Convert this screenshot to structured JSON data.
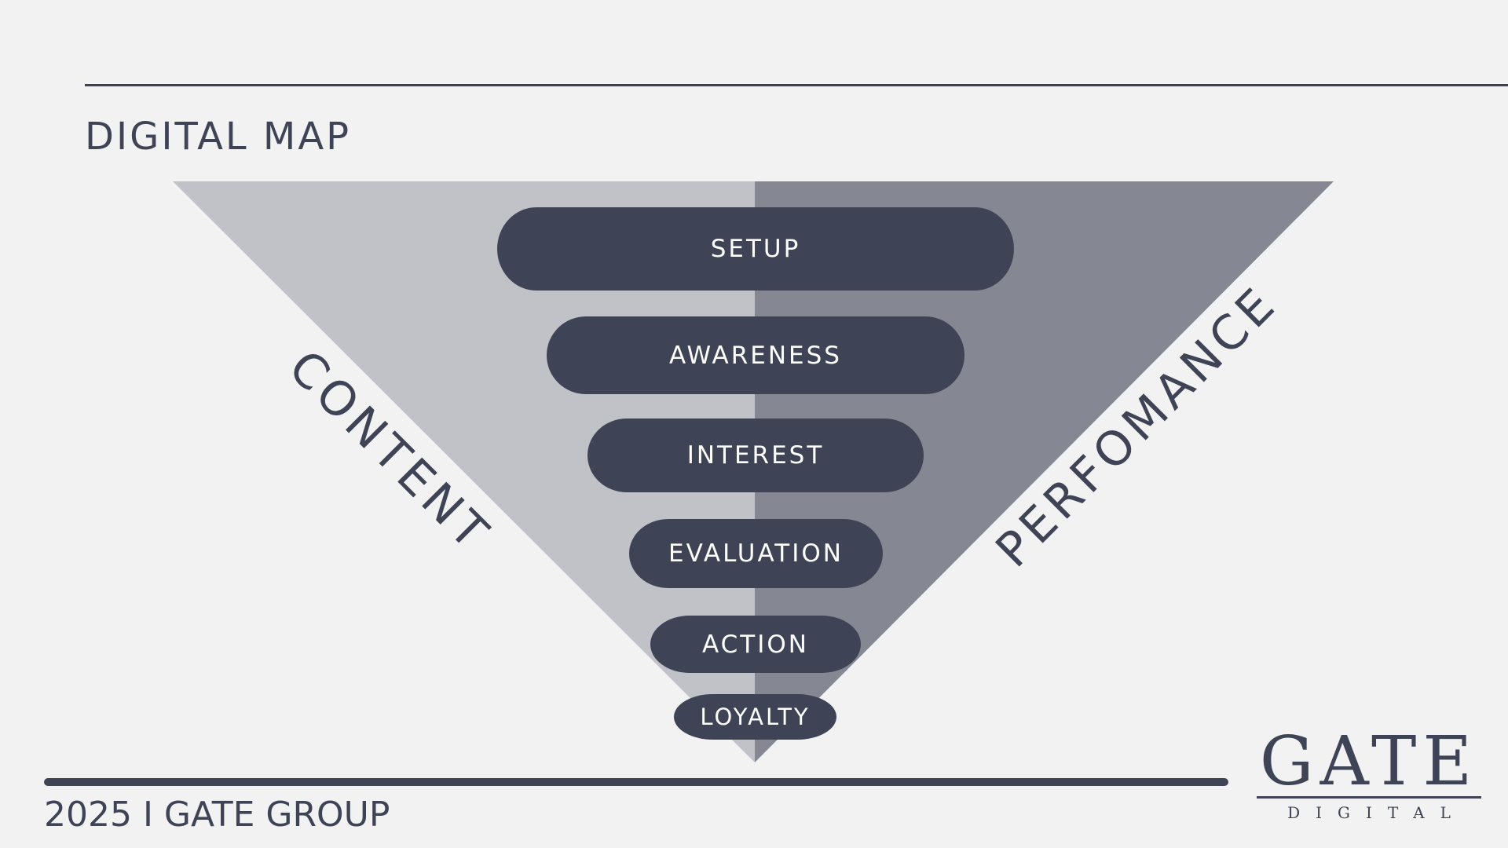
{
  "header": {
    "title": "DIGITAL MAP"
  },
  "funnel": {
    "stages": [
      {
        "label": "SETUP"
      },
      {
        "label": "AWARENESS"
      },
      {
        "label": "INTEREST"
      },
      {
        "label": "EVALUATION"
      },
      {
        "label": "ACTION"
      },
      {
        "label": "LOYALTY"
      }
    ],
    "left_label": "CONTENT",
    "right_label": "PERFOMANCE",
    "colors": {
      "left": "#c1c2c7",
      "right": "#858893",
      "pill": "#3e4456"
    }
  },
  "footer": {
    "text": "2025 I GATE GROUP"
  },
  "logo": {
    "main": "GATE",
    "sub": "DIGITAL"
  }
}
